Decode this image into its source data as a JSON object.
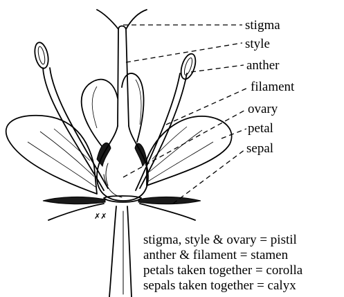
{
  "labels": {
    "stigma": "stigma",
    "style": "style",
    "anther": "anther",
    "filament": "filament",
    "ovary": "ovary",
    "petal": "petal",
    "sepal": "sepal"
  },
  "notes": [
    "stigma, style & ovary = pistil",
    "anther & filament = stamen",
    "petals taken together = corolla",
    "sepals taken together = calyx"
  ],
  "artist_mark": "``",
  "colors": {
    "ink": "#000000",
    "background": "#ffffff"
  }
}
